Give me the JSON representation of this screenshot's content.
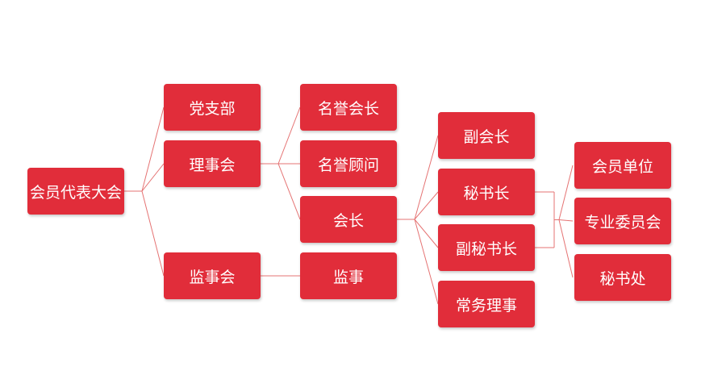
{
  "colors": {
    "node_fill": "#e12d3a",
    "link": "#e57373",
    "text": "#ffffff"
  },
  "nodes": {
    "congress": {
      "label": "会员代表大会"
    },
    "party": {
      "label": "党支部"
    },
    "council": {
      "label": "理事会"
    },
    "supervisory_board": {
      "label": "监事会"
    },
    "hon_president": {
      "label": "名誉会长"
    },
    "hon_advisor": {
      "label": "名誉顾问"
    },
    "president": {
      "label": "会长"
    },
    "supervisor": {
      "label": "监事"
    },
    "vice_president": {
      "label": "副会长"
    },
    "secretary_general": {
      "label": "秘书长"
    },
    "deputy_secretary_general": {
      "label": "副秘书长"
    },
    "executive_director": {
      "label": "常务理事"
    },
    "member_units": {
      "label": "会员单位"
    },
    "committees": {
      "label": "专业委员会"
    },
    "secretariat": {
      "label": "秘书处"
    }
  },
  "edges": [
    [
      "congress",
      "party"
    ],
    [
      "congress",
      "council"
    ],
    [
      "congress",
      "supervisory_board"
    ],
    [
      "council",
      "hon_president"
    ],
    [
      "council",
      "hon_advisor"
    ],
    [
      "council",
      "president"
    ],
    [
      "supervisory_board",
      "supervisor"
    ],
    [
      "president",
      "vice_president"
    ],
    [
      "president",
      "secretary_general"
    ],
    [
      "president",
      "deputy_secretary_general"
    ],
    [
      "president",
      "executive_director"
    ]
  ],
  "bracket_edges": {
    "sources": [
      "secretary_general",
      "deputy_secretary_general"
    ],
    "targets": [
      "member_units",
      "committees",
      "secretariat"
    ]
  }
}
